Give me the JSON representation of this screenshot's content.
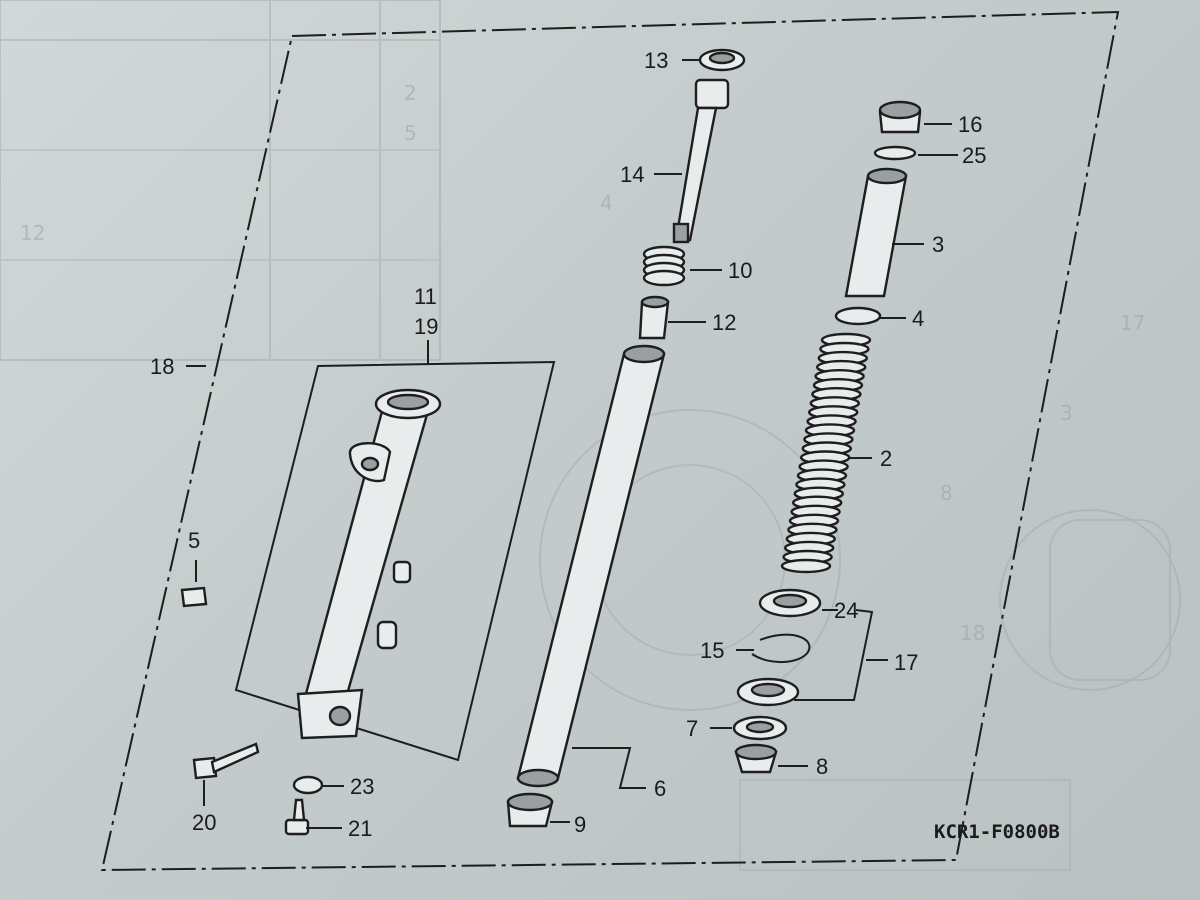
{
  "diagram": {
    "code": "KCR1-F0800B",
    "background_text": [
      "2",
      "5",
      "3",
      "4",
      "8",
      "12",
      "17",
      "18"
    ],
    "callouts": [
      {
        "id": "c13",
        "text": "13"
      },
      {
        "id": "c14",
        "text": "14"
      },
      {
        "id": "c10",
        "text": "10"
      },
      {
        "id": "c12",
        "text": "12"
      },
      {
        "id": "c16",
        "text": "16"
      },
      {
        "id": "c25",
        "text": "25"
      },
      {
        "id": "c3",
        "text": "3"
      },
      {
        "id": "c4",
        "text": "4"
      },
      {
        "id": "c2",
        "text": "2"
      },
      {
        "id": "c11",
        "text": "11"
      },
      {
        "id": "c19",
        "text": "19"
      },
      {
        "id": "c18",
        "text": "18"
      },
      {
        "id": "c5",
        "text": "5"
      },
      {
        "id": "c24",
        "text": "24"
      },
      {
        "id": "c15",
        "text": "15"
      },
      {
        "id": "c17",
        "text": "17"
      },
      {
        "id": "c7",
        "text": "7"
      },
      {
        "id": "c8",
        "text": "8"
      },
      {
        "id": "c6",
        "text": "6"
      },
      {
        "id": "c9",
        "text": "9"
      },
      {
        "id": "c20",
        "text": "20"
      },
      {
        "id": "c23",
        "text": "23"
      },
      {
        "id": "c21",
        "text": "21"
      }
    ]
  },
  "colors": {
    "paper": "#c9cfd0",
    "ink": "#1e1e1e"
  }
}
